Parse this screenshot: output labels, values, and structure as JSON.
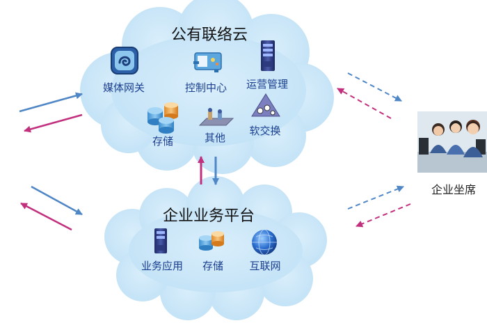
{
  "public_cloud": {
    "title": "公有联络云",
    "nodes": [
      {
        "label": "媒体网关",
        "icon": "media-gateway-icon"
      },
      {
        "label": "控制中心",
        "icon": "control-center-icon"
      },
      {
        "label": "运营管理",
        "icon": "server-icon"
      },
      {
        "label": "存储",
        "icon": "storage-icon"
      },
      {
        "label": "其他",
        "icon": "other-device-icon"
      },
      {
        "label": "软交换",
        "icon": "softswitch-icon"
      }
    ]
  },
  "enterprise_cloud": {
    "title": "企业业务平台",
    "nodes": [
      {
        "label": "业务应用",
        "icon": "server-icon"
      },
      {
        "label": "存储",
        "icon": "storage-icon"
      },
      {
        "label": "互联网",
        "icon": "globe-icon"
      }
    ]
  },
  "agent": {
    "label": "企业坐席"
  },
  "colors": {
    "cloud_fill": "#c9e6f8",
    "cloud_edge": "#b3dbf3",
    "label": "#1b3f8f",
    "arrow_blue": "#4f86c6",
    "arrow_magenta": "#c2307d"
  }
}
